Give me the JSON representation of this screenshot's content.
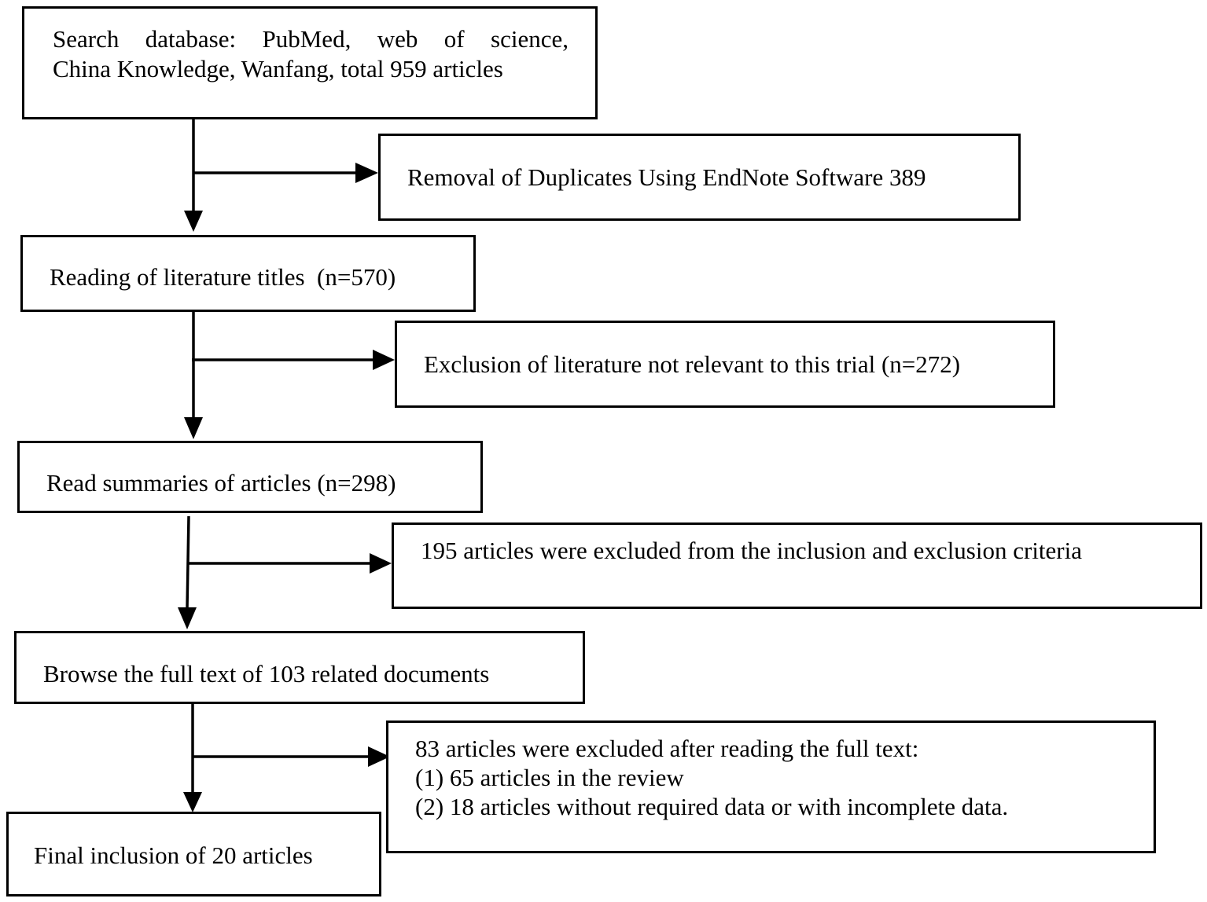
{
  "flowchart": {
    "search": {
      "lines": [
        "Search database: PubMed, web of science,",
        "China Knowledge, Wanfang, total 959 articles"
      ]
    },
    "duplicates_removed": "Removal of Duplicates Using EndNote Software 389",
    "title_reading": "Reading of literature titles  (n=570)",
    "irrelevant_excluded": "Exclusion of literature not relevant to this trial (n=272)",
    "summaries_read": "Read summaries of articles (n=298)",
    "criteria_excluded": "195 articles were excluded from the inclusion and exclusion criteria",
    "full_text_browsed": "Browse the full text of 103 related documents",
    "full_text_excluded": {
      "lines": [
        "83 articles were excluded after reading the full text:",
        "(1) 65 articles in the review",
        "(2) 18 articles without required data or with incomplete data."
      ]
    },
    "final_inclusion": "Final inclusion of 20 articles"
  },
  "colors": {
    "line": "#000000",
    "background": "#ffffff"
  }
}
